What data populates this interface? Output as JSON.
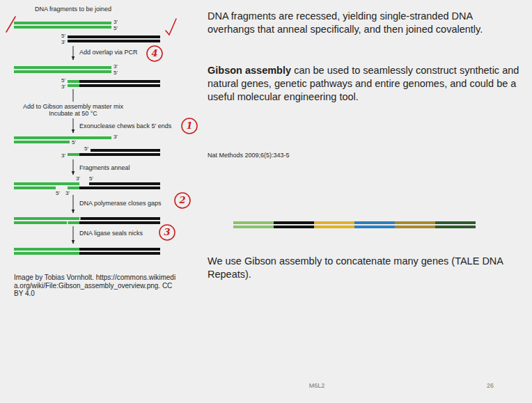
{
  "diagram": {
    "labels": [
      "DNA fragments to be joined",
      "3'",
      "5'",
      "5'",
      "3'",
      "Add overlap via PCR",
      "4",
      "3'",
      "5'",
      "5'",
      "3'",
      "Add to Gibson assembly master mix",
      "Incubate at 50 °C",
      "Exonuclease chews back 5' ends",
      "1",
      "3'",
      "5'",
      "5'",
      "3'",
      "Fragments anneal",
      "3'",
      "5'",
      "5'",
      "3'",
      "DNA polymerase closes gaps",
      "2",
      "DNA ligase seals nicks",
      "3",
      "Image by Tobias Vornholt. https://commons.wikimedia.org/wiki/File:Gibson_assembly_overview.png. CC BY 4.0",
      "DNA fragments are recessed, yielding single-stranded DNA overhangs that anneal specifically, and then joined covalently.",
      "Gibson assembly",
      "can be used to seamlessly construct synthetic and natural genes, genetic pathways and entire genomes, and could be a useful molecular engineering tool.",
      "Nat Methods 2009;6(5):343-5",
      "We use Gibson assembly to concatenate many genes (TALE DNA Repeats).",
      "M6L2",
      "26"
    ]
  }
}
